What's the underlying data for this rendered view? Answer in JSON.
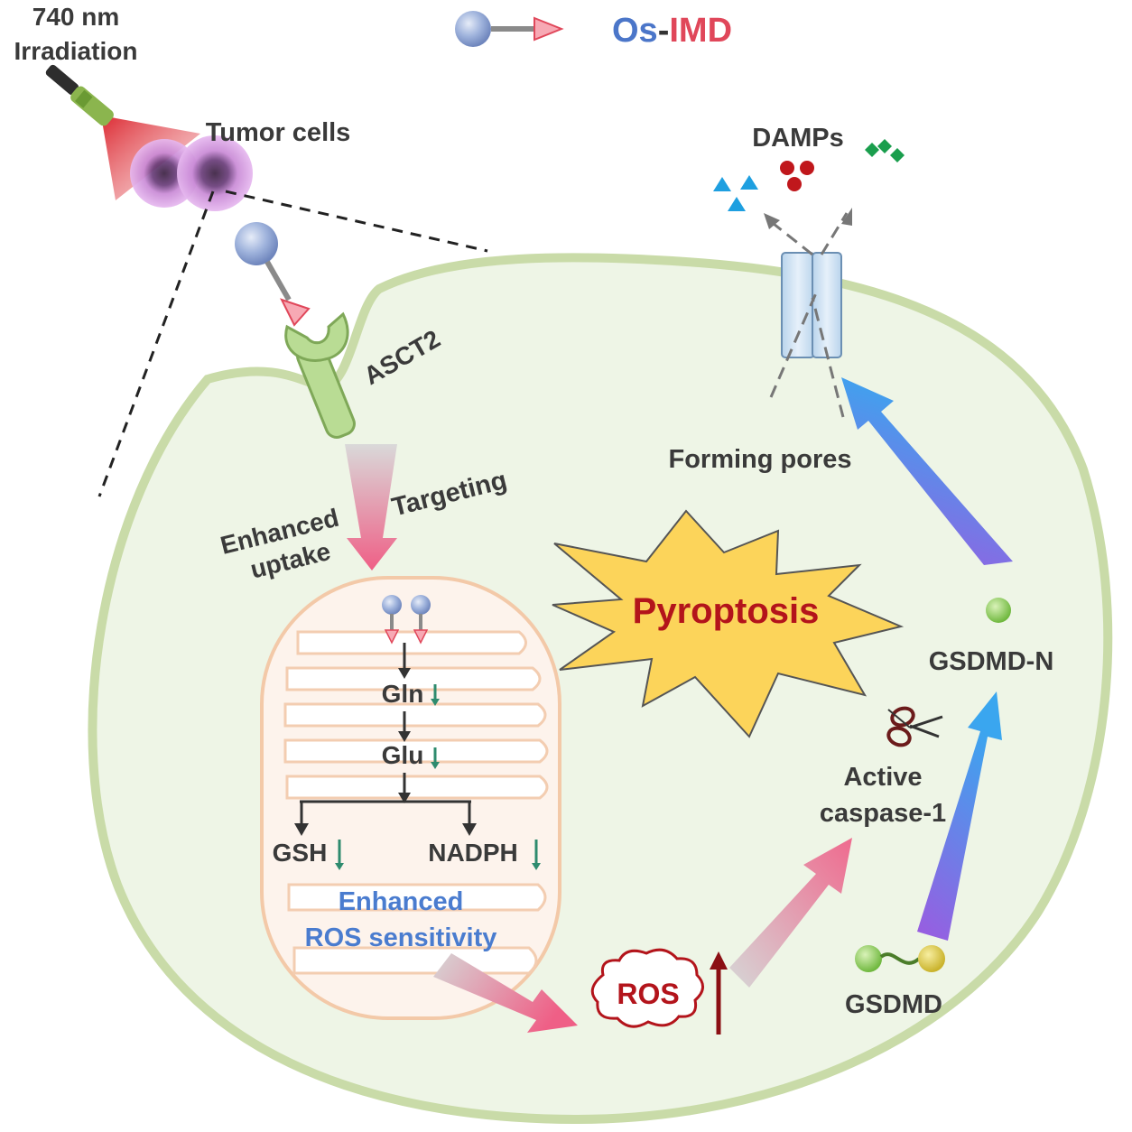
{
  "legend": {
    "prefix": "Os",
    "dash": "-",
    "suffix": "IMD",
    "prefix_color": "#4b76c9",
    "suffix_color": "#e0475a"
  },
  "irradiation": {
    "line1": "740 nm",
    "line2": "Irradiation"
  },
  "tumor_cells_label": "Tumor cells",
  "receptor_label": "ASCT2",
  "uptake": {
    "line1": "Enhanced",
    "line2": "uptake",
    "targeting": "Targeting"
  },
  "mitochondrion": {
    "gln": "Gln",
    "glu": "Glu",
    "gsh": "GSH",
    "nadph": "NADPH",
    "ros_sensitivity_line1": "Enhanced",
    "ros_sensitivity_line2": "ROS sensitivity"
  },
  "ros_label": "ROS",
  "pyroptosis_label": "Pyroptosis",
  "caspase": {
    "line1": "Active",
    "line2": "caspase-1"
  },
  "gsdmd_label": "GSDMD",
  "gsdmd_n_label": "GSDMD-N",
  "pores_label": "Forming pores",
  "damps_label": "DAMPs",
  "colors": {
    "cell_fill": "#eef5e6",
    "membrane": "#c9dba8",
    "mito_fill": "#fdf3ec",
    "mito_border": "#f3c9a8",
    "decrease_arrow": "#2e8b6e",
    "ros_red": "#b3141b",
    "pyro_fill": "#fcd45a"
  }
}
